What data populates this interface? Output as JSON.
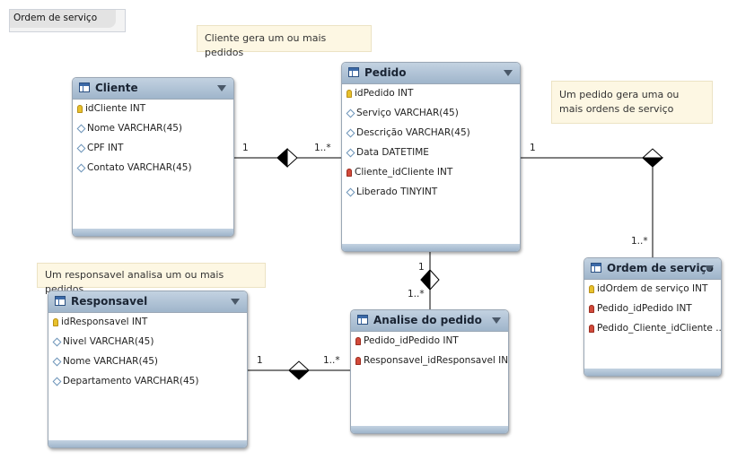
{
  "diagram_tab": "Ordem de serviço",
  "notes": {
    "cliente_pedido": "Cliente gera um ou mais pedidos",
    "pedido_ordem": "Um pedido gera uma ou mais ordens de serviço",
    "responsavel": "Um responsavel analisa um ou mais pedidos"
  },
  "tables": {
    "cliente": {
      "name": "Cliente",
      "columns": [
        "idCliente INT",
        "Nome VARCHAR(45)",
        "CPF INT",
        "Contato VARCHAR(45)"
      ]
    },
    "pedido": {
      "name": "Pedido",
      "columns": [
        "idPedido INT",
        "Serviço VARCHAR(45)",
        "Descrição VARCHAR(45)",
        "Data DATETIME",
        "Cliente_idCliente INT",
        "Liberado TINYINT"
      ]
    },
    "ordem": {
      "name": "Ordem de serviço",
      "columns": [
        "idOrdem de serviço INT",
        "Pedido_idPedido INT",
        "Pedido_Cliente_idCliente ..."
      ]
    },
    "responsavel": {
      "name": "Responsavel",
      "columns": [
        "idResponsavel INT",
        "Nivel VARCHAR(45)",
        "Nome VARCHAR(45)",
        "Departamento VARCHAR(45)"
      ]
    },
    "analise": {
      "name": "Analise do pedido",
      "columns": [
        "Pedido_idPedido INT",
        "Responsavel_idResponsavel INT"
      ]
    }
  },
  "relationships": {
    "cliente_pedido": {
      "one": "1",
      "many": "1..*"
    },
    "pedido_ordem": {
      "one": "1",
      "many": "1..*"
    },
    "pedido_analise": {
      "one": "1",
      "many": "1..*"
    },
    "responsavel_analise": {
      "one": "1",
      "many": "1..*"
    }
  }
}
